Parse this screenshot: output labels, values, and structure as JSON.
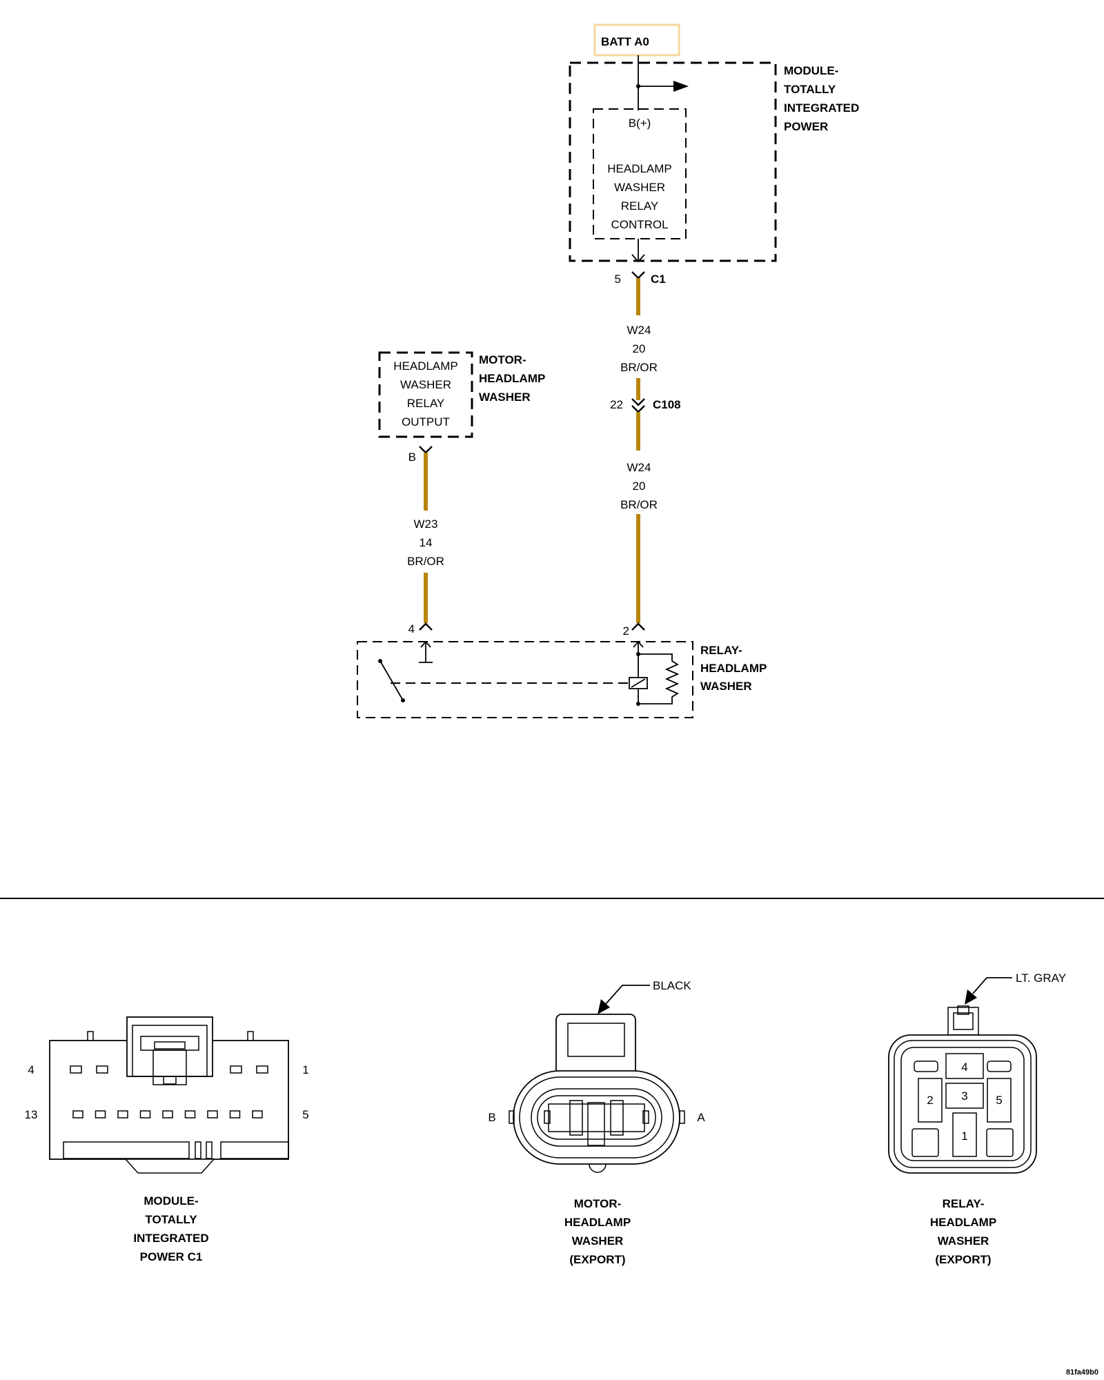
{
  "schematic": {
    "batt_label": "BATT A0",
    "batt_color": "#f5d79e",
    "wire_color": "#b8860b",
    "tipm": {
      "name_lines": [
        "MODULE-",
        "TOTALLY",
        "INTEGRATED",
        "POWER"
      ],
      "inner_lines": [
        "B(+)",
        "HEADLAMP",
        "WASHER",
        "RELAY",
        "CONTROL"
      ],
      "pin": "5",
      "connector": "C1"
    },
    "wire_w24_upper": {
      "circuit": "W24",
      "gauge": "20",
      "color": "BR/OR"
    },
    "c108": {
      "pin": "22",
      "connector": "C108"
    },
    "wire_w24_lower": {
      "circuit": "W24",
      "gauge": "20",
      "color": "BR/OR"
    },
    "motor": {
      "name_lines": [
        "MOTOR-",
        "HEADLAMP",
        "WASHER"
      ],
      "inner_lines": [
        "HEADLAMP",
        "WASHER",
        "RELAY",
        "OUTPUT"
      ],
      "pin": "B"
    },
    "wire_w23": {
      "circuit": "W23",
      "gauge": "14",
      "color": "BR/OR"
    },
    "relay": {
      "name_lines": [
        "RELAY-",
        "HEADLAMP",
        "WASHER"
      ],
      "pin_left": "4",
      "pin_right": "2"
    }
  },
  "connectors": {
    "tipm_c1": {
      "label_lines": [
        "MODULE-",
        "TOTALLY",
        "INTEGRATED",
        "POWER C1"
      ],
      "pin_top_left": "4",
      "pin_top_right": "1",
      "pin_bottom_left": "13",
      "pin_bottom_right": "5"
    },
    "motor_conn": {
      "color_label": "BLACK",
      "pin_left": "B",
      "pin_right": "A",
      "label_lines": [
        "MOTOR-",
        "HEADLAMP",
        "WASHER",
        "(EXPORT)"
      ]
    },
    "relay_conn": {
      "color_label": "LT. GRAY",
      "pins": [
        "4",
        "2",
        "3",
        "5",
        "1"
      ],
      "label_lines": [
        "RELAY-",
        "HEADLAMP",
        "WASHER",
        "(EXPORT)"
      ]
    }
  },
  "footer_code": "81fa49b0"
}
